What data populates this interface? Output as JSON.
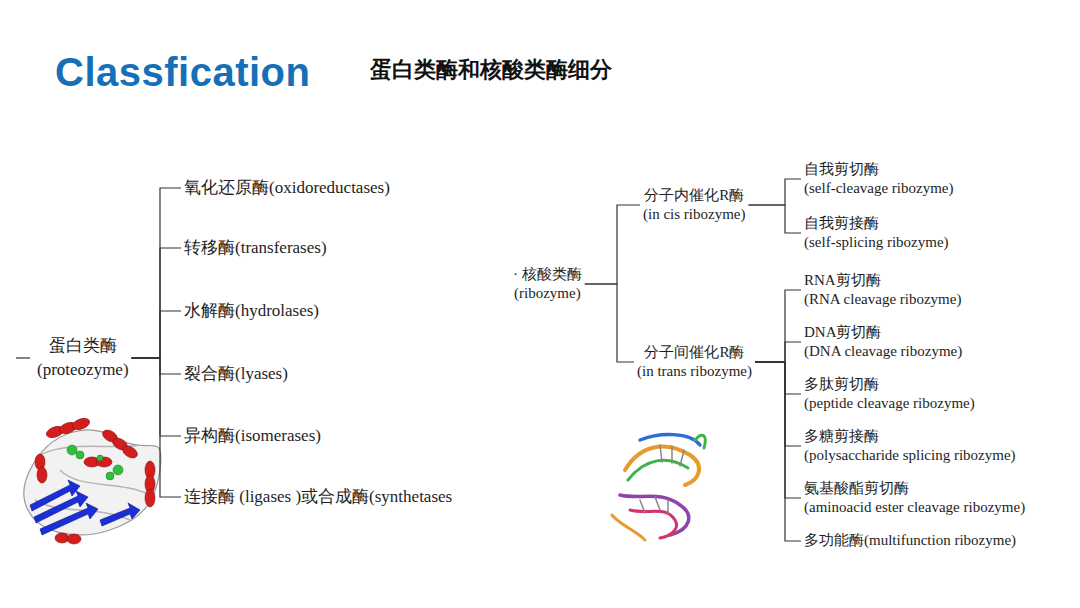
{
  "diagram": {
    "title": "Classfication",
    "nodes": [
      {
        "text": [
          "蛋白类酶 (proteozyme)"
        ]
      },
      {
        "text": [
          "氧化还原酶(oxidoreductases)"
        ]
      },
      {
        "text": [
          "转移酶(transferases)"
        ]
      },
      {
        "text": [
          "水解酶(hydrolases)"
        ]
      },
      {
        "text": [
          "裂合酶(lyases)"
        ]
      },
      {
        "text": [
          "异构酶(isomerases)"
        ]
      },
      {
        "text": [
          "连接酶 (ligases )或合成酶(synthetases"
        ]
      },
      {
        "text": [
          "· 核酸类酶 (ribozyme)"
        ]
      },
      {
        "text": [
          "分子内催化R酶 (in cis ribozyme)"
        ]
      },
      {
        "text": [
          "自我剪切酶 (self-cleavage ribozyme)"
        ]
      },
      {
        "text": [
          "自我剪接酶 (self-splicing ribozyme)"
        ]
      },
      {
        "text": [
          "分子间催化R酶 (in trans ribozyme)"
        ]
      },
      {
        "text": [
          "RNA剪切酶 (RNA cleavage ribozyme)"
        ]
      },
      {
        "text": [
          "DNA剪切酶 (DNA cleavage ribozyme)"
        ]
      },
      {
        "text": [
          "多肽剪切酶 (peptide cleavage ribozyme)"
        ]
      },
      {
        "text": [
          "多糖剪接酶 (polysaccharide splicing ribozyme)"
        ]
      },
      {
        "text": [
          "氨基酸酯剪切酶 (aminoacid ester cleavage ribozyme)"
        ]
      },
      {
        "text": [
          "多功能酶(multifunction ribozyme)"
        ]
      }
    ],
    "edges": [
      {
        "from": 0,
        "to": 1,
        "arrow": "none"
      },
      {
        "from": 0,
        "to": 2,
        "arrow": "none"
      },
      {
        "from": 0,
        "to": 3,
        "arrow": "none"
      },
      {
        "from": 0,
        "to": 4,
        "arrow": "none"
      },
      {
        "from": 0,
        "to": 5,
        "arrow": "none"
      },
      {
        "from": 0,
        "to": 6,
        "arrow": "none"
      },
      {
        "from": 7,
        "to": 8,
        "arrow": "none"
      },
      {
        "from": 7,
        "to": 11,
        "arrow": "none"
      },
      {
        "from": 8,
        "to": 9,
        "arrow": "none"
      },
      {
        "from": 8,
        "to": 10,
        "arrow": "none"
      },
      {
        "from": 11,
        "to": 12,
        "arrow": "none"
      },
      {
        "from": 11,
        "to": 13,
        "arrow": "none"
      },
      {
        "from": 11,
        "to": 14,
        "arrow": "none"
      },
      {
        "from": 11,
        "to": 15,
        "arrow": "none"
      },
      {
        "from": 11,
        "to": 16,
        "arrow": "none"
      },
      {
        "from": 11,
        "to": 17,
        "arrow": "none"
      }
    ],
    "labels": [
      "蛋白类酶和核酸类酶细分"
    ]
  }
}
